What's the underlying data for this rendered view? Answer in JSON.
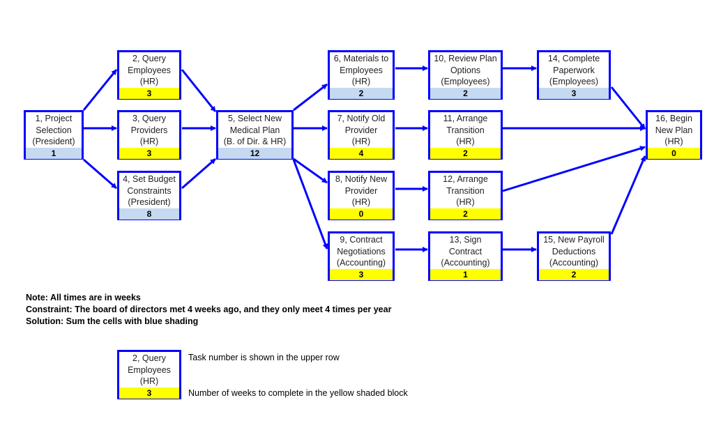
{
  "colors": {
    "border": "#0000ff",
    "arrow": "#0000ff",
    "blue_shade": "#c5d9f1",
    "yellow_shade": "#ffff00"
  },
  "nodes": [
    {
      "id": "1",
      "lines": [
        "1, Project",
        "Selection",
        "(President)"
      ],
      "weeks": "1",
      "shade": "blue"
    },
    {
      "id": "2",
      "lines": [
        "2, Query",
        "Employees",
        "(HR)"
      ],
      "weeks": "3",
      "shade": "yellow"
    },
    {
      "id": "3",
      "lines": [
        "3, Query",
        "Providers",
        "(HR)"
      ],
      "weeks": "3",
      "shade": "yellow"
    },
    {
      "id": "4",
      "lines": [
        "4, Set Budget",
        "Constraints",
        "(President)"
      ],
      "weeks": "8",
      "shade": "blue"
    },
    {
      "id": "5",
      "lines": [
        "5, Select New",
        "Medical Plan",
        "(B. of Dir. & HR)"
      ],
      "weeks": "12",
      "shade": "blue"
    },
    {
      "id": "6",
      "lines": [
        "6, Materials to",
        "Employees",
        "(HR)"
      ],
      "weeks": "2",
      "shade": "blue"
    },
    {
      "id": "7",
      "lines": [
        "7, Notify Old",
        "Provider",
        "(HR)"
      ],
      "weeks": "4",
      "shade": "yellow"
    },
    {
      "id": "8",
      "lines": [
        "8, Notify New",
        "Provider",
        "(HR)"
      ],
      "weeks": "0",
      "shade": "yellow"
    },
    {
      "id": "9",
      "lines": [
        "9, Contract",
        "Negotiations",
        "(Accounting)"
      ],
      "weeks": "3",
      "shade": "yellow"
    },
    {
      "id": "10",
      "lines": [
        "10, Review Plan",
        "Options",
        "(Employees)"
      ],
      "weeks": "2",
      "shade": "blue"
    },
    {
      "id": "11",
      "lines": [
        "11, Arrange",
        "Transition",
        "(HR)"
      ],
      "weeks": "2",
      "shade": "yellow"
    },
    {
      "id": "12",
      "lines": [
        "12, Arrange",
        "Transition",
        "(HR)"
      ],
      "weeks": "2",
      "shade": "yellow"
    },
    {
      "id": "13",
      "lines": [
        "13, Sign",
        "Contract",
        "(Accounting)"
      ],
      "weeks": "1",
      "shade": "yellow"
    },
    {
      "id": "14",
      "lines": [
        "14, Complete",
        "Paperwork",
        "(Employees)"
      ],
      "weeks": "3",
      "shade": "blue"
    },
    {
      "id": "15",
      "lines": [
        "15, New Payroll",
        "Deductions",
        "(Accounting)"
      ],
      "weeks": "2",
      "shade": "yellow"
    },
    {
      "id": "16",
      "lines": [
        "16, Begin",
        "New Plan",
        "(HR)"
      ],
      "weeks": "0",
      "shade": "yellow"
    }
  ],
  "edges": [
    [
      "1",
      "2"
    ],
    [
      "1",
      "3"
    ],
    [
      "1",
      "4"
    ],
    [
      "2",
      "5"
    ],
    [
      "3",
      "5"
    ],
    [
      "4",
      "5"
    ],
    [
      "5",
      "6"
    ],
    [
      "5",
      "7"
    ],
    [
      "5",
      "8"
    ],
    [
      "5",
      "9"
    ],
    [
      "6",
      "10"
    ],
    [
      "7",
      "11"
    ],
    [
      "8",
      "12"
    ],
    [
      "9",
      "13"
    ],
    [
      "10",
      "14"
    ],
    [
      "13",
      "15"
    ],
    [
      "14",
      "16"
    ],
    [
      "11",
      "16"
    ],
    [
      "12",
      "16"
    ],
    [
      "15",
      "16"
    ]
  ],
  "notes": [
    "Note:  All times are in weeks",
    "Constraint:  The board of directors met 4 weeks ago, and they only meet 4 times per year",
    "Solution:  Sum the cells with blue shading"
  ],
  "legend": {
    "node": {
      "lines": [
        "2, Query",
        "Employees",
        "(HR)"
      ],
      "weeks": "3",
      "shade": "yellow"
    },
    "upper_text": "Task number is shown in the upper row",
    "lower_text": "Number of weeks to complete in the yellow shaded block"
  }
}
